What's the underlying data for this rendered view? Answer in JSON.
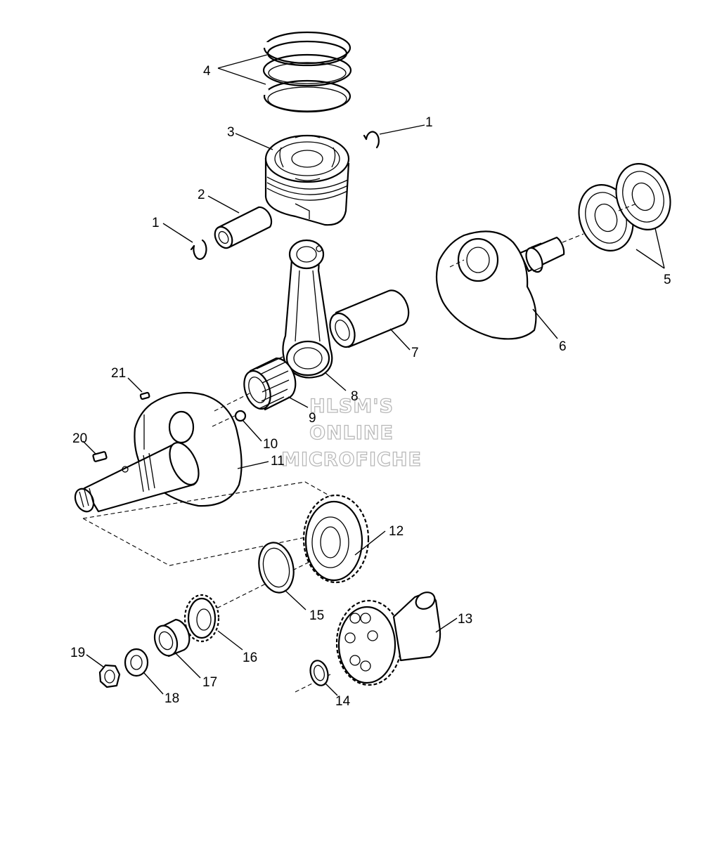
{
  "callouts": {
    "c1a": "1",
    "c1b": "1",
    "c2": "2",
    "c3": "3",
    "c4": "4",
    "c5": "5",
    "c6": "6",
    "c7": "7",
    "c8": "8",
    "c9": "9",
    "c10": "10",
    "c11": "11",
    "c12": "12",
    "c13": "13",
    "c14": "14",
    "c15": "15",
    "c16": "16",
    "c17": "17",
    "c18": "18",
    "c19": "19",
    "c20": "20",
    "c21": "21"
  },
  "watermark": {
    "line1": "HLSM'S",
    "line2": "ONLINE",
    "line3": "MICROFICHE"
  }
}
